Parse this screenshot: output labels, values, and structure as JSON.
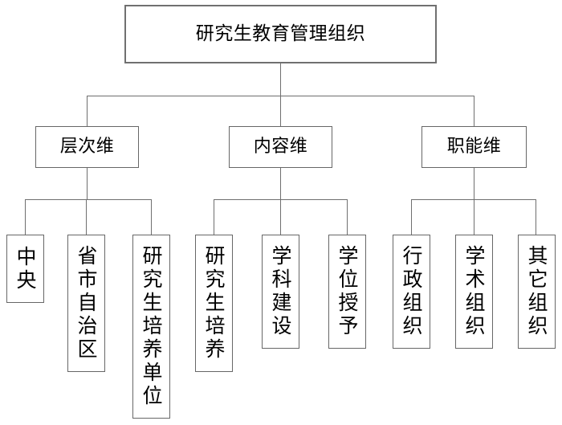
{
  "diagram": {
    "type": "organizational-tree",
    "title": "研究生教育管理组织",
    "orientation": "top-down",
    "levels": 3,
    "colors": {
      "background": "#ffffff",
      "box_border": "#676767",
      "root_border": "#707070",
      "connector": "#6f6f6f",
      "text": "#000000"
    },
    "root": {
      "label": "研究生教育管理组织",
      "text_direction": "horizontal"
    },
    "branches": [
      {
        "label": "层次维",
        "text_direction": "horizontal",
        "children": [
          {
            "label": "中央",
            "chars": 2,
            "text_direction": "vertical"
          },
          {
            "label": "省市自治区",
            "chars": 5,
            "text_direction": "vertical"
          },
          {
            "label": "研究生培养单位",
            "chars": 7,
            "text_direction": "vertical"
          }
        ]
      },
      {
        "label": "内容维",
        "text_direction": "horizontal",
        "children": [
          {
            "label": "研究生培养",
            "chars": 5,
            "text_direction": "vertical"
          },
          {
            "label": "学科建设",
            "chars": 4,
            "text_direction": "vertical"
          },
          {
            "label": "学位授予",
            "chars": 4,
            "text_direction": "vertical"
          }
        ]
      },
      {
        "label": "职能维",
        "text_direction": "horizontal",
        "children": [
          {
            "label": "行政组织",
            "chars": 4,
            "text_direction": "vertical"
          },
          {
            "label": "学术组织",
            "chars": 4,
            "text_direction": "vertical"
          },
          {
            "label": "其它组织",
            "chars": 4,
            "text_direction": "vertical"
          }
        ]
      }
    ]
  }
}
